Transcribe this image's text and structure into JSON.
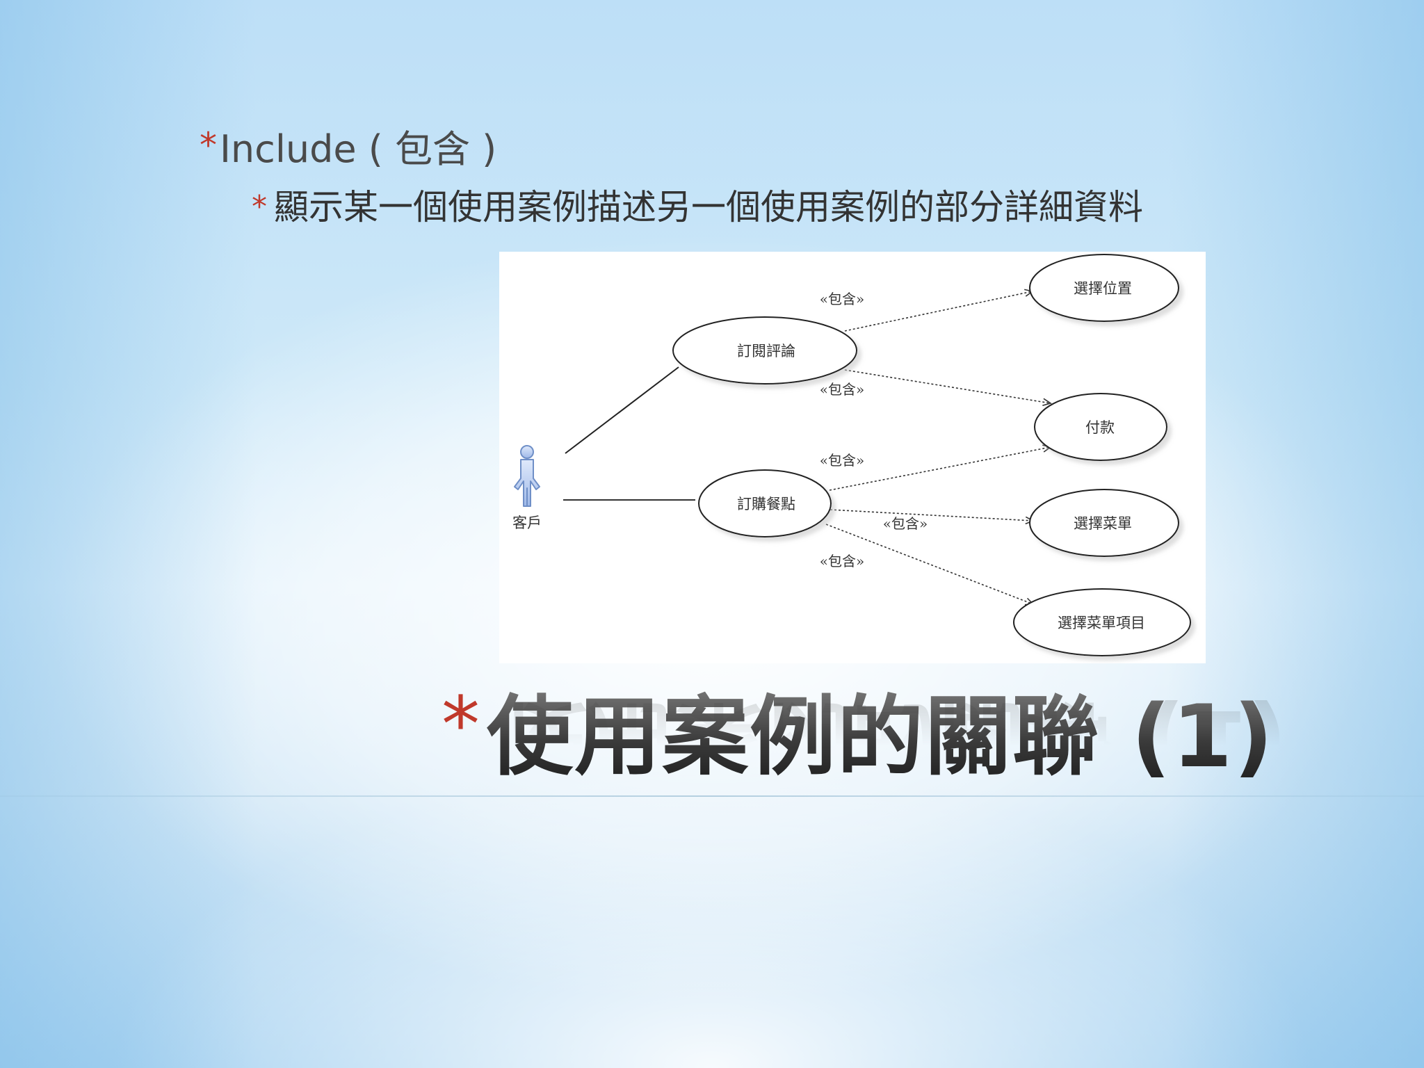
{
  "bullets": {
    "level1": "Include ( 包含 )",
    "level2": "顯示某一個使用案例描述另一個使用案例的部分詳細資料",
    "marker": "*"
  },
  "diagram": {
    "actor": {
      "name": "客戶"
    },
    "use_cases": {
      "subscribe_review": "訂閱評論",
      "order_meal": "訂購餐點",
      "select_location": "選擇位置",
      "payment": "付款",
      "select_menu": "選擇菜單",
      "select_menu_item": "選擇菜單項目"
    },
    "include_label": "«包含»"
  },
  "title": {
    "text": "使用案例的關聯 (1)",
    "marker": "*"
  },
  "colors": {
    "accent": "#c0392b",
    "title": "#3d3d3d",
    "body_text": "#333333"
  }
}
